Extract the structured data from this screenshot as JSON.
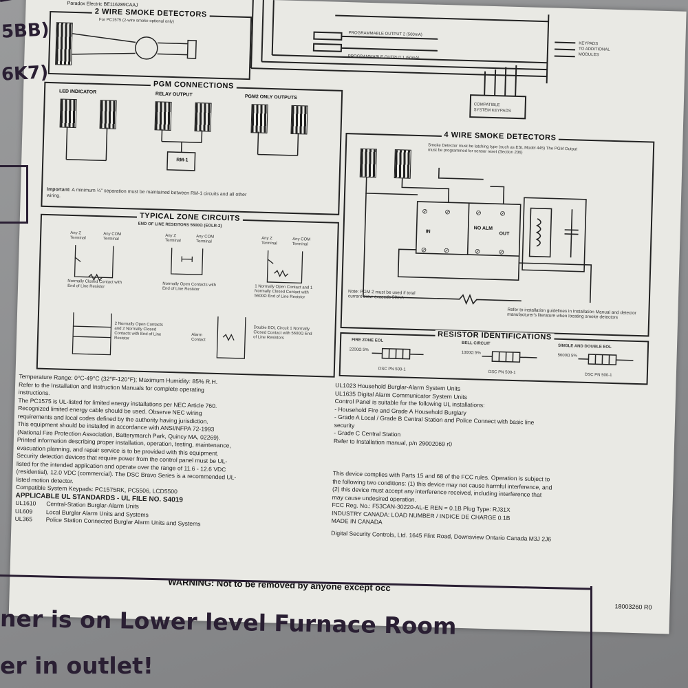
{
  "header_fragment": "Paradox Electric BE116289CAAJ",
  "sections": {
    "two_wire": {
      "title": "2 WIRE SMOKE DETECTORS",
      "subtitle": "For PC1575 (2-wire smoke optional only)"
    },
    "pgm": {
      "title": "PGM CONNECTIONS",
      "led": "LED INDICATOR",
      "relay": "RELAY OUTPUT",
      "pgm2": "PGM2 ONLY OUTPUTS",
      "rm1": "RM-1",
      "important_label": "Important:",
      "important_text": "A minimum ¼\" separation must be maintained between RM-1 circuits and all other wiring."
    },
    "zones": {
      "title": "TYPICAL ZONE CIRCUITS",
      "subtitle": "END OF LINE RESISTORS 5600Ω (EOLR-2)",
      "any_zone": "Any Z Terminal",
      "any_com": "Any COM Terminal",
      "nc_caption": "Normally Closed Contact with End of Line Resistor",
      "no_caption": "Normally Open Contacts with End of Line Resistor",
      "mixed_caption": "1 Normally Open Contact and 1 Normally Closed Contact with 5600Ω End of Line Resistor",
      "two_no_caption": "2 Normally Open Contacts and 2 Normally Closed Contacts with End of Line Resistor",
      "alarm_contact": "Alarm Contact",
      "double_eol_caption": "Double EOL Circuit 1 Normally Closed Contact with 5600Ω End of Line Resistors"
    },
    "four_wire": {
      "title": "4 WIRE SMOKE DETECTORS",
      "subtitle": "Smoke Detector must be latching type (such as ESL Model 445) The PGM Output must be programmed for sensor reset (Section 206)",
      "in": "IN",
      "out": "OUT",
      "no_alm": "NO ALM",
      "note": "Note: PGM 2 must be used if total current draw exceeds 50mA",
      "installation_note": "Refer to installation guidelines in Installation Manual and detector manufacturer's literature when locating smoke detectors"
    },
    "resistors": {
      "title": "RESISTOR IDENTIFICATIONS",
      "fire": "FIRE ZONE EOL",
      "bell": "BELL CIRCUIT",
      "single": "SINGLE AND DOUBLE EOL",
      "fire_value": "2200Ω 5%",
      "bell_value": "1000Ω 5%",
      "single_value": "5600Ω 5%",
      "part": "DSC PN 500-1"
    }
  },
  "left_text": [
    "Temperature Range: 0°C-49°C (32°F-120°F); Maximum Humidity: 85% R.H.",
    "Refer to the Installation and Instruction Manuals for complete operating",
    "instructions.",
    "The PC1575 is UL-listed for limited energy installations per NEC Article 760.",
    "Recognized limited energy cable should be used. Observe NEC wiring",
    "requirements and local codes defined by the authority having jurisdiction.",
    "This equipment should be installed in accordance with ANSI/NFPA 72-1993",
    "(National Fire Protection Association, Batterymarch Park, Quincy MA, 02269).",
    "Printed information describing proper installation, operation, testing, maintenance,",
    "evacuation planning, and repair service is to be provided with this equipment.",
    "Security detection devices that require power from the control panel must be UL-",
    "listed for the intended application and operate over the range of 11.6 - 12.6 VDC",
    "(residential), 12.0 VDC (commercial). The DSC Bravo Series is a recommended UL-",
    "listed motion detector.",
    "Compatible System Keypads: PC1575RK, PC5506, LCD5500"
  ],
  "ul_heading": "APPLICABLE UL STANDARDS - UL FILE NO. S4019",
  "ul_standards": [
    {
      "code": "UL1610",
      "desc": "Central-Station Burglar-Alarm Units"
    },
    {
      "code": "UL609",
      "desc": "Local Burglar Alarm Units and Systems"
    },
    {
      "code": "UL365",
      "desc": "Police Station Connected Burglar Alarm Units and Systems"
    }
  ],
  "right_text": [
    "UL1023    Household Burglar-Alarm System Units",
    "UL1635    Digital Alarm Communicator System Units",
    "Control Panel is suitable for the following UL installations:",
    "- Household Fire and Grade A Household Burglary",
    "- Grade A Local / Grade B Central Station and Police Connect with basic line",
    "security",
    "- Grade C Central Station",
    "Refer to Installation manual, p/n 29002069 r0"
  ],
  "fcc_text": [
    "This device complies with Parts 15 and 68 of the FCC rules. Operation is subject to",
    "the following two conditions: (1) this device may not cause harmful interference, and",
    "(2) this device must accept any interference received, including interference that",
    "may cause undesired operation.",
    "FCC Reg. No.: F53CAN-30220-AL-E    REN = 0.1B    Plug Type: RJ31X",
    "INDUSTRY CANADA: LOAD NUMBER / INDICE DE CHARGE 0.1B",
    "MADE IN CANADA",
    "Digital Security Controls, Ltd. 1645 Flint Road, Downsview Ontario Canada M3J 2J6"
  ],
  "warning": "WARNING: Not to be removed by anyone except occ",
  "part_code": "18003260 R0",
  "handwriting": {
    "left_1": "5BB)",
    "left_2": "6K7)",
    "bottom_1": "ner is on Lower level Furnace Room",
    "bottom_2": "er in outlet!"
  }
}
